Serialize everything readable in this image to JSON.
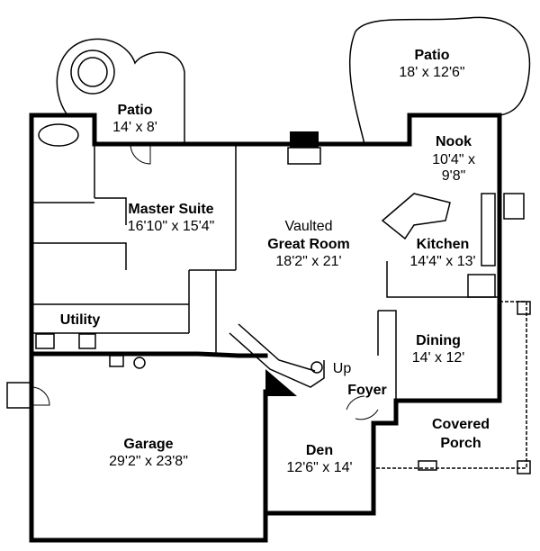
{
  "plan": {
    "rooms": {
      "patio_left": {
        "name": "Patio",
        "size": "14' x 8'"
      },
      "patio_right": {
        "name": "Patio",
        "size": "18' x 12'6\""
      },
      "nook": {
        "name": "Nook",
        "size_line1": "10'4\" x",
        "size_line2": "9'8\""
      },
      "master_suite": {
        "name": "Master Suite",
        "size": "16'10\" x 15'4\""
      },
      "great_room": {
        "prefix": "Vaulted",
        "name": "Great Room",
        "size": "18'2\" x 21'"
      },
      "kitchen": {
        "name": "Kitchen",
        "size": "14'4\" x 13'"
      },
      "utility": {
        "name": "Utility"
      },
      "dining": {
        "name": "Dining",
        "size": "14' x 12'"
      },
      "foyer": {
        "name": "Foyer",
        "stair_label": "Up"
      },
      "garage": {
        "name": "Garage",
        "size": "29'2\" x 23'8\""
      },
      "den": {
        "name": "Den",
        "size": "12'6\" x 14'"
      },
      "porch": {
        "name_line1": "Covered",
        "name_line2": "Porch"
      }
    }
  }
}
